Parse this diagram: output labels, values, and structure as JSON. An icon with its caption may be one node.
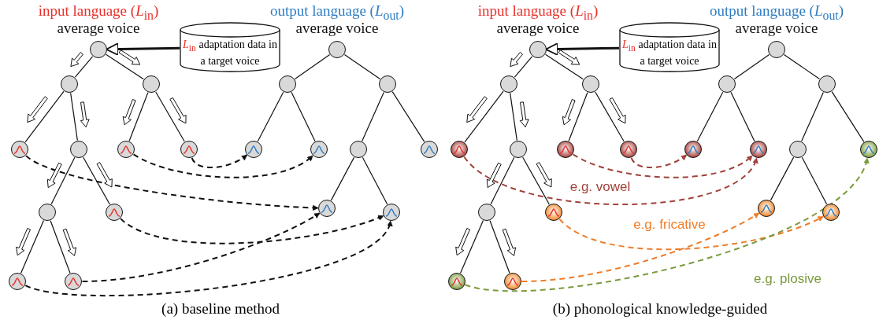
{
  "diagram": {
    "nodes": [
      {
        "text": [],
        "shape": "circle",
        "beside": [
          "input language (*L*$_{in}$)",
          "average voice"
        ]
      },
      {
        "text": [],
        "shape": "circle"
      },
      {
        "text": [],
        "shape": "circle"
      },
      {
        "text": [],
        "shape": "circle"
      },
      {
        "text": [],
        "shape": "circle"
      },
      {
        "text": [],
        "shape": "circle"
      },
      {
        "text": [],
        "shape": "circle"
      },
      {
        "text": [],
        "shape": "circle"
      },
      {
        "text": [],
        "shape": "circle"
      },
      {
        "text": [],
        "shape": "circle"
      },
      {
        "text": [],
        "shape": "circle"
      },
      {
        "text": [
          "*L*$_{in}$ adaptation data in a target voice"
        ]
      },
      {
        "text": [],
        "shape": "circle",
        "beside": [
          "output language (*L*$_{out}$)",
          "average voice"
        ]
      },
      {
        "text": [],
        "shape": "circle"
      },
      {
        "text": [],
        "shape": "circle"
      },
      {
        "text": [],
        "shape": "circle"
      },
      {
        "text": [],
        "shape": "circle"
      },
      {
        "text": [],
        "shape": "circle"
      },
      {
        "text": [],
        "shape": "circle"
      },
      {
        "text": [],
        "shape": "circle"
      },
      {
        "text": [],
        "shape": "circle"
      },
      {
        "text": [],
        "shape": "circle",
        "beside": [
          "input language (*L*$_{in}$)",
          "average voice"
        ]
      },
      {
        "text": [],
        "shape": "circle"
      },
      {
        "text": [],
        "shape": "circle"
      },
      {
        "text": [],
        "shape": "circle"
      },
      {
        "text": [],
        "shape": "circle"
      },
      {
        "text": [],
        "shape": "circle"
      },
      {
        "text": [],
        "shape": "circle"
      },
      {
        "text": [],
        "shape": "circle"
      },
      {
        "text": [],
        "shape": "circle"
      },
      {
        "text": [],
        "shape": "circle"
      },
      {
        "text": [],
        "shape": "circle"
      },
      {
        "text": [
          "*L*$_{in}$ adaptation data in a target voice"
        ]
      },
      {
        "text": [],
        "shape": "circle",
        "beside": [
          "output language (*L*$_{out}$)",
          "average voice"
        ]
      },
      {
        "text": [],
        "shape": "circle"
      },
      {
        "text": [],
        "shape": "circle"
      },
      {
        "text": [],
        "shape": "circle"
      },
      {
        "text": [],
        "shape": "circle"
      },
      {
        "text": [],
        "shape": "circle"
      },
      {
        "text": [],
        "shape": "circle"
      },
      {
        "text": [],
        "shape": "circle"
      },
      {
        "text": [],
        "shape": "circle"
      }
    ],
    "edges": [
      {
        "from": 0,
        "to": 1,
        "arrow": "none"
      },
      {
        "from": 0,
        "to": 2,
        "arrow": "none"
      },
      {
        "from": 1,
        "to": 3,
        "arrow": "none"
      },
      {
        "from": 1,
        "to": 4,
        "arrow": "none"
      },
      {
        "from": 2,
        "to": 5,
        "arrow": "none"
      },
      {
        "from": 2,
        "to": 6,
        "arrow": "none"
      },
      {
        "from": 4,
        "to": 7,
        "arrow": "none"
      },
      {
        "from": 4,
        "to": 8,
        "arrow": "none"
      },
      {
        "from": 7,
        "to": 9,
        "arrow": "none"
      },
      {
        "from": 7,
        "to": 10,
        "arrow": "none"
      },
      {
        "from": 11,
        "to": 0,
        "arrow": "to",
        "style": "thick"
      },
      {
        "from": 12,
        "to": 13,
        "arrow": "none"
      },
      {
        "from": 12,
        "to": 14,
        "arrow": "none"
      },
      {
        "from": 13,
        "to": 15,
        "arrow": "none"
      },
      {
        "from": 13,
        "to": 16,
        "arrow": "none"
      },
      {
        "from": 14,
        "to": 17,
        "arrow": "none"
      },
      {
        "from": 14,
        "to": 18,
        "arrow": "none"
      },
      {
        "from": 17,
        "to": 19,
        "arrow": "none"
      },
      {
        "from": 17,
        "to": 20,
        "arrow": "none"
      },
      {
        "from": 3,
        "to": 19,
        "arrow": "to",
        "style": "dashed"
      },
      {
        "from": 5,
        "to": 16,
        "arrow": "to",
        "style": "dashed"
      },
      {
        "from": 6,
        "to": 15,
        "arrow": "to",
        "style": "dashed"
      },
      {
        "from": 8,
        "to": 20,
        "arrow": "to",
        "style": "dashed"
      },
      {
        "from": 10,
        "to": 19,
        "arrow": "to",
        "style": "dashed"
      },
      {
        "from": 9,
        "to": 20,
        "arrow": "to",
        "style": "dashed"
      },
      {
        "from": 21,
        "to": 22,
        "arrow": "none"
      },
      {
        "from": 21,
        "to": 23,
        "arrow": "none"
      },
      {
        "from": 22,
        "to": 24,
        "arrow": "none"
      },
      {
        "from": 22,
        "to": 25,
        "arrow": "none"
      },
      {
        "from": 23,
        "to": 26,
        "arrow": "none"
      },
      {
        "from": 23,
        "to": 27,
        "arrow": "none"
      },
      {
        "from": 25,
        "to": 28,
        "arrow": "none"
      },
      {
        "from": 25,
        "to": 29,
        "arrow": "none"
      },
      {
        "from": 28,
        "to": 30,
        "arrow": "none"
      },
      {
        "from": 28,
        "to": 31,
        "arrow": "none"
      },
      {
        "from": 32,
        "to": 21,
        "arrow": "to",
        "style": "thick"
      },
      {
        "from": 33,
        "to": 34,
        "arrow": "none"
      },
      {
        "from": 33,
        "to": 35,
        "arrow": "none"
      },
      {
        "from": 34,
        "to": 36,
        "arrow": "none"
      },
      {
        "from": 34,
        "to": 37,
        "arrow": "none"
      },
      {
        "from": 35,
        "to": 38,
        "arrow": "none"
      },
      {
        "from": 35,
        "to": 39,
        "arrow": "none"
      },
      {
        "from": 38,
        "to": 40,
        "arrow": "none"
      },
      {
        "from": 38,
        "to": 41,
        "arrow": "none"
      },
      {
        "from": 24,
        "to": 37,
        "arrow": "to",
        "style": "dashed",
        "color": "#a0423a",
        "label": "e.g. vowel"
      },
      {
        "from": 26,
        "to": 37,
        "arrow": "to",
        "style": "dashed",
        "color": "#a0423a"
      },
      {
        "from": 27,
        "to": 36,
        "arrow": "to",
        "style": "dashed",
        "color": "#a0423a"
      },
      {
        "from": 29,
        "to": 41,
        "arrow": "to",
        "style": "dashed",
        "color": "#ee7d2a",
        "label": "e.g. fricative"
      },
      {
        "from": 31,
        "to": 40,
        "arrow": "to",
        "style": "dashed",
        "color": "#ee7d2a"
      },
      {
        "from": 30,
        "to": 39,
        "arrow": "to",
        "style": "dashed",
        "color": "#7a9a3c",
        "label": "e.g. plosive"
      }
    ],
    "labels": [
      "(a) baseline method",
      "(b) phonological knowledge-guided"
    ]
  }
}
